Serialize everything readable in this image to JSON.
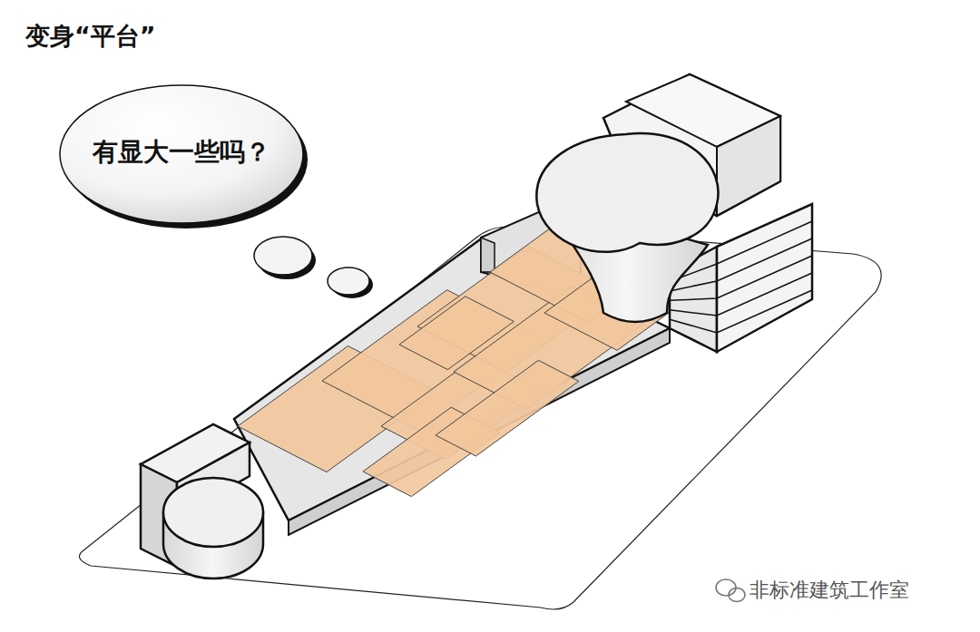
{
  "diagram": {
    "title": "变身“平台”",
    "nodes": [
      {
        "text": [
          "有显大一些吗？"
        ]
      }
    ],
    "labels": [
      "非标准建筑工作室"
    ]
  }
}
